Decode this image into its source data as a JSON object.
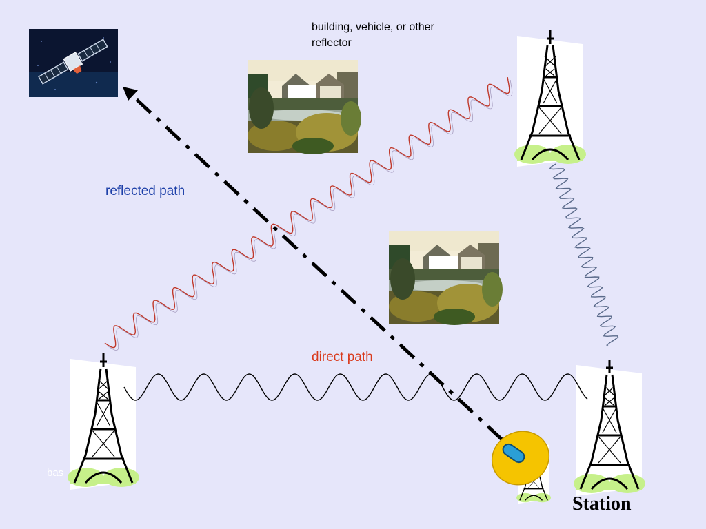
{
  "labels": {
    "reflector": "building, vehicle, or other reflector",
    "reflected_path": "reflected path",
    "direct_path": "direct path",
    "base": "bas",
    "station": "Station"
  },
  "colors": {
    "background": "#e6e6fa",
    "reflected_label": "#1c3fa8",
    "direct_label": "#d93a1c",
    "reflected_wave": "#c0392b",
    "dish": "#f5c400",
    "dish_feed": "#2a9fd6"
  },
  "icons": {
    "satellite": "satellite-photo",
    "tower": "eiffel-tower-clipart",
    "house": "house-by-pond-photo",
    "dish": "satellite-dish"
  }
}
